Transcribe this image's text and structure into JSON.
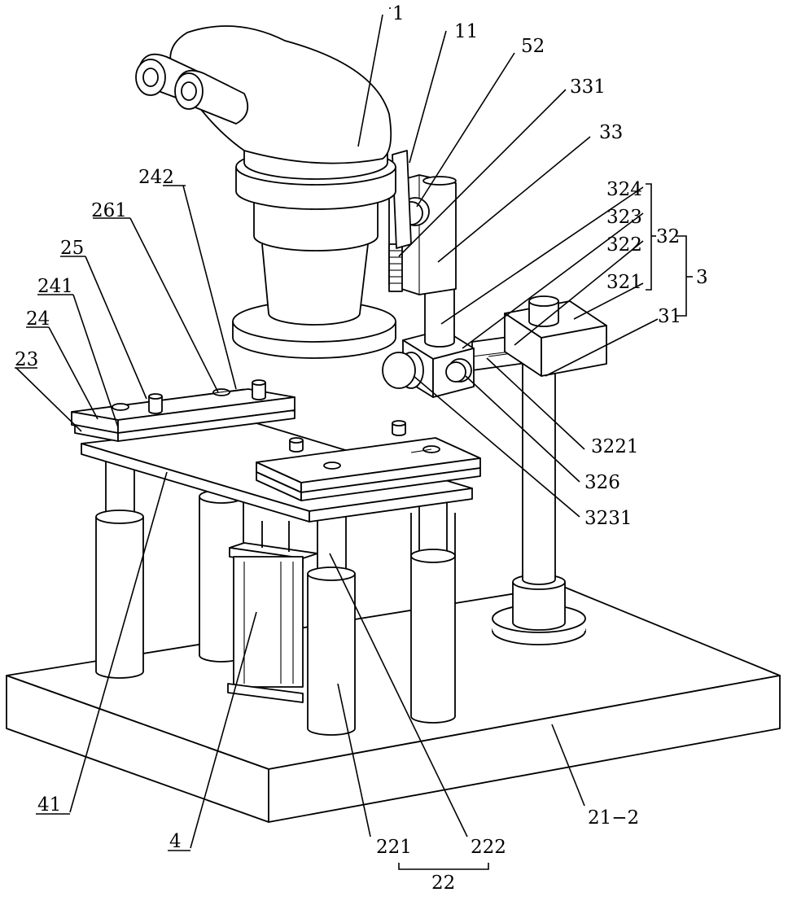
{
  "figure": {
    "labels": [
      {
        "id": "1",
        "text": "1"
      },
      {
        "id": "11",
        "text": "11"
      },
      {
        "id": "52",
        "text": "52"
      },
      {
        "id": "331",
        "text": "331"
      },
      {
        "id": "33",
        "text": "33"
      },
      {
        "id": "324",
        "text": "324"
      },
      {
        "id": "323",
        "text": "323"
      },
      {
        "id": "322",
        "text": "322"
      },
      {
        "id": "321",
        "text": "321"
      },
      {
        "id": "32",
        "text": "32"
      },
      {
        "id": "3",
        "text": "3"
      },
      {
        "id": "31",
        "text": "31"
      },
      {
        "id": "242",
        "text": "242"
      },
      {
        "id": "261",
        "text": "261"
      },
      {
        "id": "25",
        "text": "25"
      },
      {
        "id": "241",
        "text": "241"
      },
      {
        "id": "24",
        "text": "24"
      },
      {
        "id": "23",
        "text": "23"
      },
      {
        "id": "3221",
        "text": "3221"
      },
      {
        "id": "326",
        "text": "326"
      },
      {
        "id": "3231",
        "text": "3231"
      },
      {
        "id": "41",
        "text": "41"
      },
      {
        "id": "4",
        "text": "4"
      },
      {
        "id": "221",
        "text": "221"
      },
      {
        "id": "222",
        "text": "222"
      },
      {
        "id": "22",
        "text": "22"
      },
      {
        "id": "21-2",
        "text": "21−2"
      }
    ]
  }
}
